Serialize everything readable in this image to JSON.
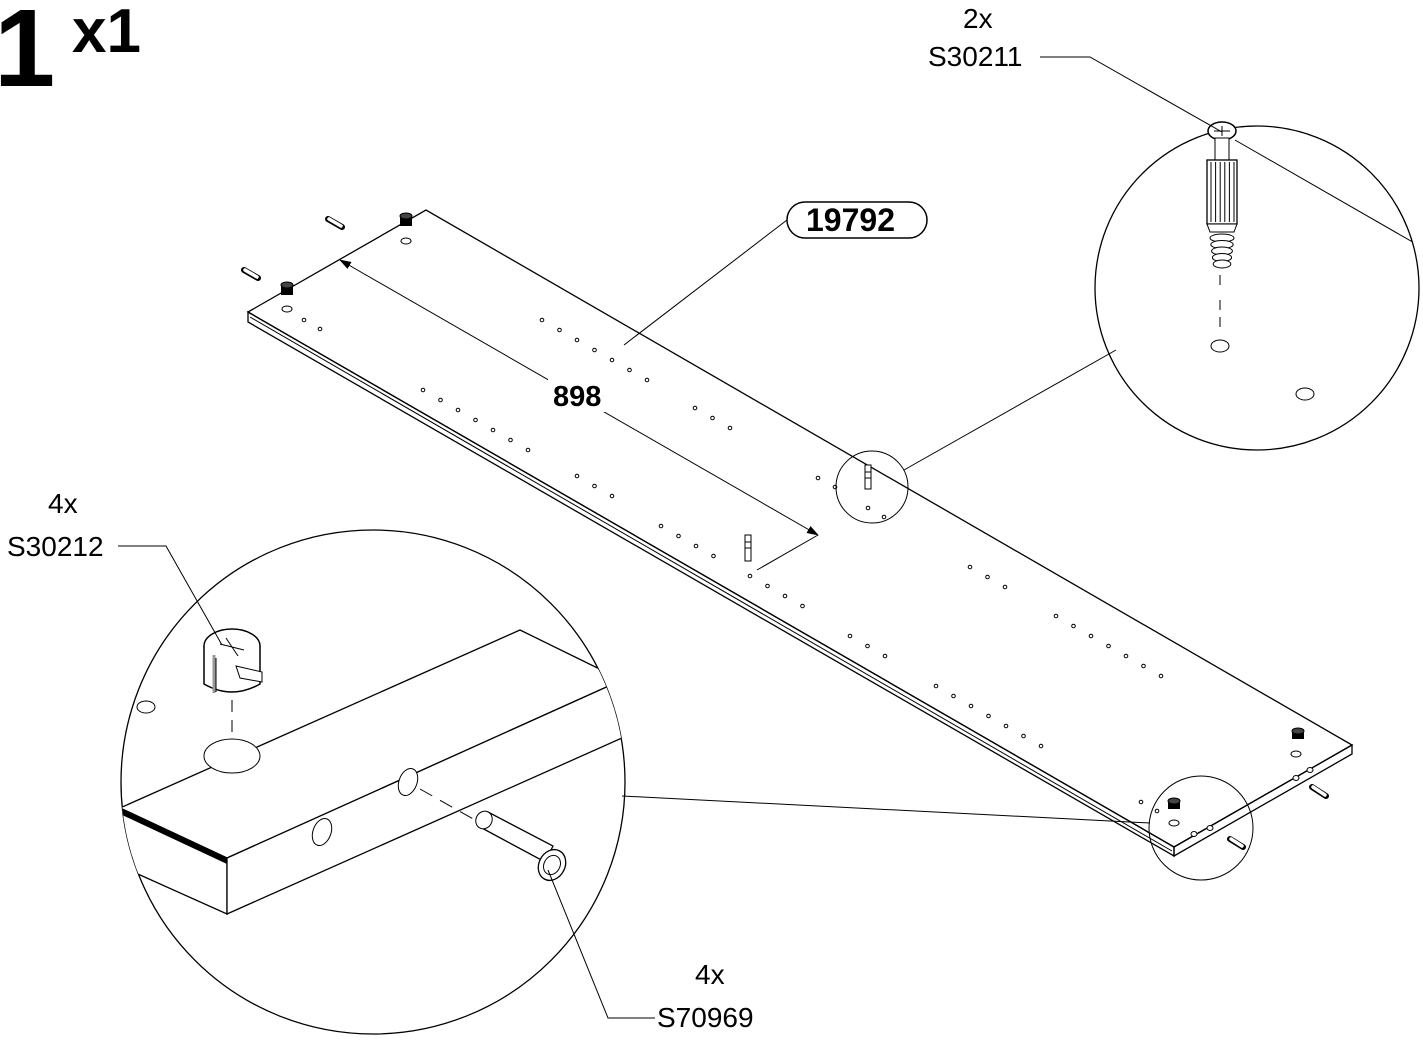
{
  "step": {
    "number": "1",
    "quantity": "x1"
  },
  "part_label": "19792",
  "dimension": "898",
  "callouts": {
    "top_right": {
      "qty": "2x",
      "code": "S30211"
    },
    "left": {
      "qty": "4x",
      "code": "S30212"
    },
    "bottom": {
      "qty": "4x",
      "code": "S70969"
    }
  }
}
